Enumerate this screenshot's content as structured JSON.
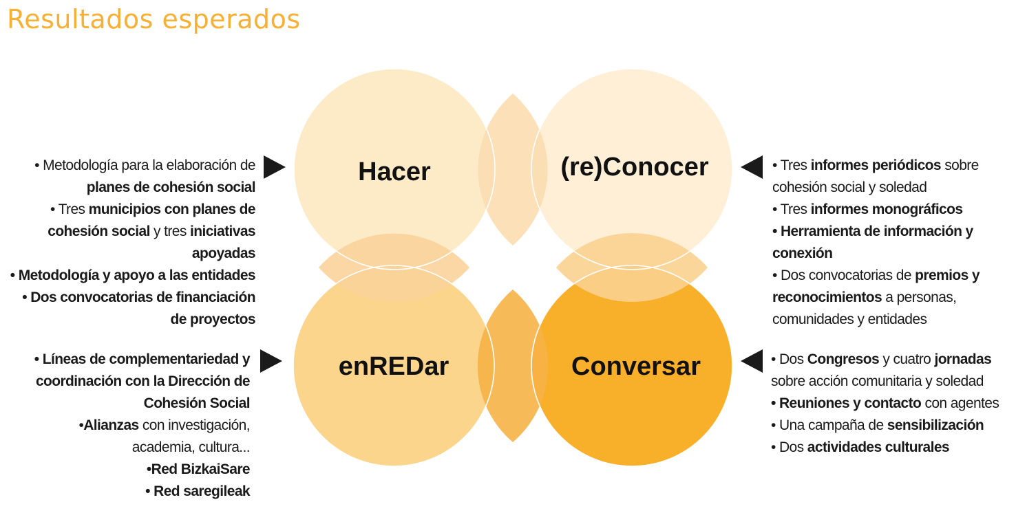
{
  "title": "Resultados esperados",
  "colors": {
    "title": "#f7b033",
    "hacer": "#fdebc8",
    "reconocer": "#feefd6",
    "enredar": "#fbd58c",
    "conversar": "#f8b02b",
    "arrows": "#1a1a1a"
  },
  "circles": {
    "hacer": "Hacer",
    "reconocer": "(re)Conocer",
    "enredar": "enREDar",
    "conversar": "Conversar"
  },
  "blocks": {
    "hacer": [
      [
        {
          "t": "• Metodología para la elaboración de",
          "b": false
        }
      ],
      [
        {
          "t": "planes de cohesión social",
          "b": true
        }
      ],
      [
        {
          "t": "• Tres ",
          "b": false
        },
        {
          "t": "municipios con planes de",
          "b": true
        }
      ],
      [
        {
          "t": "cohesión social",
          "b": true
        },
        {
          "t": " y tres ",
          "b": false
        },
        {
          "t": "iniciativas",
          "b": true
        }
      ],
      [
        {
          "t": "apoyadas",
          "b": true
        }
      ],
      [
        {
          "t": "• Metodología y apoyo a las entidades",
          "b": true
        }
      ],
      [
        {
          "t": "• Dos convocatorias de financiación",
          "b": true
        }
      ],
      [
        {
          "t": "de proyectos",
          "b": true
        }
      ]
    ],
    "reconocer": [
      [
        {
          "t": "• Tres ",
          "b": false
        },
        {
          "t": "informes periódicos",
          "b": true
        },
        {
          "t": " sobre",
          "b": false
        }
      ],
      [
        {
          "t": "cohesión social y soledad",
          "b": false
        }
      ],
      [
        {
          "t": "• Tres ",
          "b": false
        },
        {
          "t": "informes monográficos",
          "b": true
        }
      ],
      [
        {
          "t": "• Herramienta de información y",
          "b": true
        }
      ],
      [
        {
          "t": "conexión",
          "b": true
        }
      ],
      [
        {
          "t": "• Dos convocatorias de ",
          "b": false
        },
        {
          "t": "premios y",
          "b": true
        }
      ],
      [
        {
          "t": "reconocimientos",
          "b": true
        },
        {
          "t": " a personas,",
          "b": false
        }
      ],
      [
        {
          "t": "comunidades y entidades",
          "b": false
        }
      ]
    ],
    "enredar": [
      [
        {
          "t": "• Líneas de complementariedad y",
          "b": true
        }
      ],
      [
        {
          "t": "coordinación con la Dirección de",
          "b": true
        }
      ],
      [
        {
          "t": "Cohesión Social",
          "b": true
        }
      ],
      [
        {
          "t": "•",
          "b": false
        },
        {
          "t": "Alianzas",
          "b": true
        },
        {
          "t": " con investigación,",
          "b": false
        }
      ],
      [
        {
          "t": "academia, cultura...",
          "b": false
        }
      ],
      [
        {
          "t": "•Red BizkaiSare",
          "b": true
        }
      ],
      [
        {
          "t": "• Red saregileak",
          "b": true
        }
      ]
    ],
    "conversar": [
      [
        {
          "t": "• Dos ",
          "b": false
        },
        {
          "t": "Congresos",
          "b": true
        },
        {
          "t": " y cuatro ",
          "b": false
        },
        {
          "t": "jornadas",
          "b": true
        }
      ],
      [
        {
          "t": "sobre acción comunitaria y soledad",
          "b": false
        }
      ],
      [
        {
          "t": "• Reuniones y contacto",
          "b": true
        },
        {
          "t": " con agentes",
          "b": false
        }
      ],
      [
        {
          "t": "• Una campaña de ",
          "b": false
        },
        {
          "t": "sensibilización",
          "b": true
        }
      ],
      [
        {
          "t": "• Dos ",
          "b": false
        },
        {
          "t": "actividades culturales",
          "b": true
        }
      ]
    ]
  }
}
